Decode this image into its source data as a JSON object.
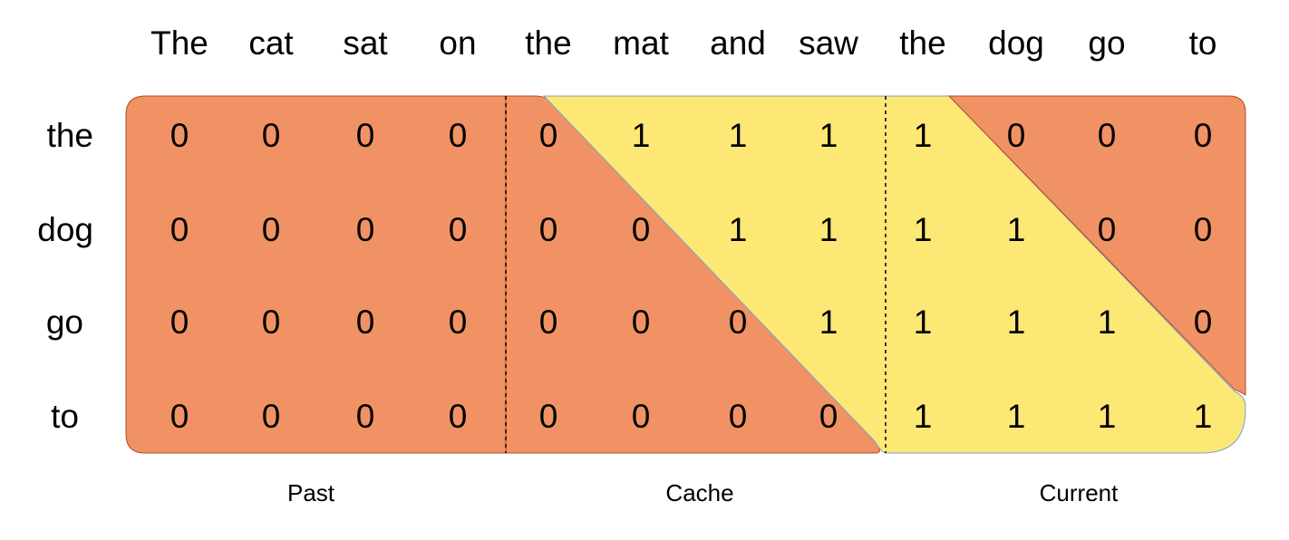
{
  "column_tokens": [
    "The",
    "cat",
    "sat",
    "on",
    "the",
    "mat",
    "and",
    "saw",
    "the",
    "dog",
    "go",
    "to"
  ],
  "row_tokens": [
    "the",
    "dog",
    "go",
    "to"
  ],
  "matrix": [
    [
      0,
      0,
      0,
      0,
      0,
      1,
      1,
      1,
      1,
      0,
      0,
      0
    ],
    [
      0,
      0,
      0,
      0,
      0,
      0,
      1,
      1,
      1,
      1,
      0,
      0
    ],
    [
      0,
      0,
      0,
      0,
      0,
      0,
      0,
      1,
      1,
      1,
      1,
      0
    ],
    [
      0,
      0,
      0,
      0,
      0,
      0,
      0,
      0,
      1,
      1,
      1,
      1
    ]
  ],
  "sections": [
    "Past",
    "Cache",
    "Current"
  ],
  "colors": {
    "masked": "#F09264",
    "visible": "#FDE876",
    "border": "#B24C24",
    "outline": "#7DA0C8"
  }
}
